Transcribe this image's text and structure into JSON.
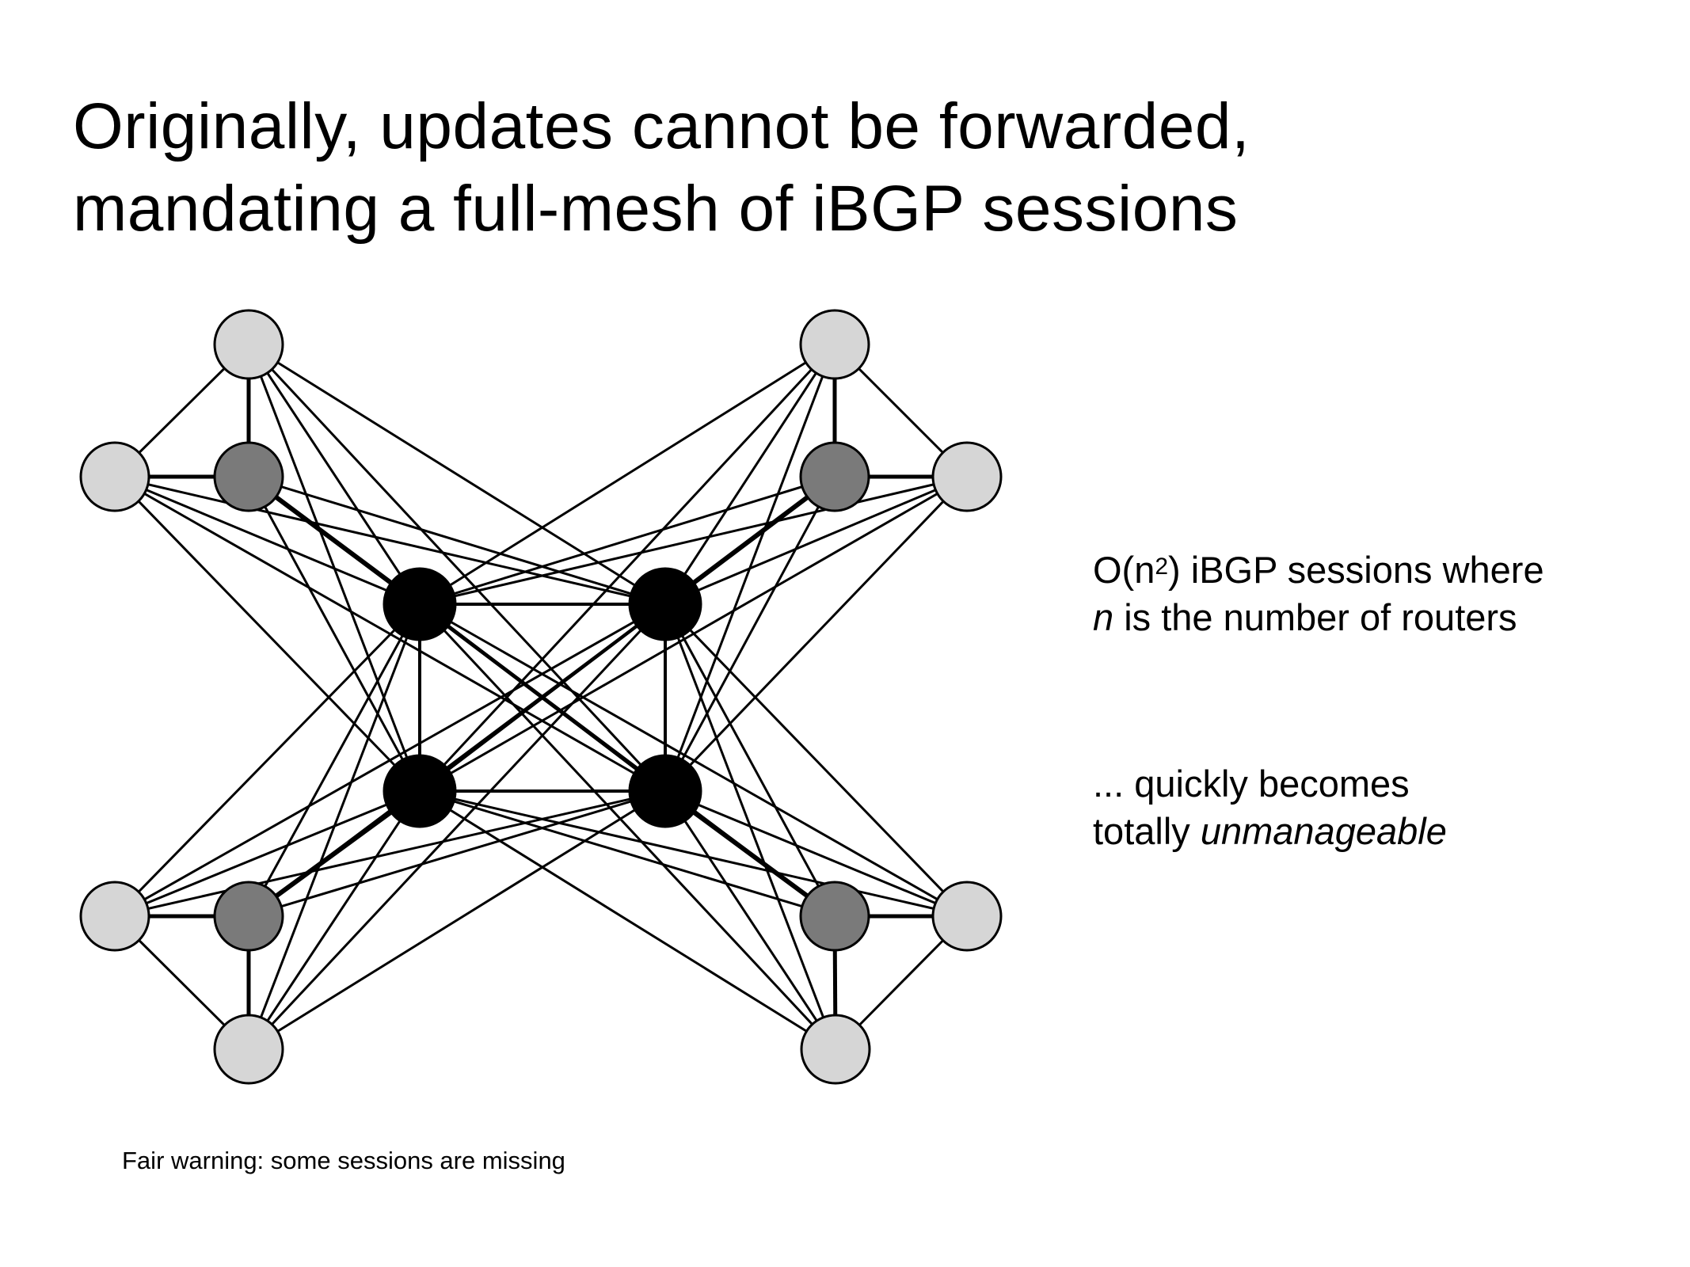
{
  "title": {
    "line1": "Originally, updates cannot be forwarded,",
    "line2": "mandating a full-mesh of iBGP sessions"
  },
  "notes": {
    "complexity_prefix": "O(n",
    "complexity_exp": "2",
    "complexity_suffix": ") iBGP sessions where",
    "n_var": "n",
    "n_desc": " is the number of routers",
    "quickly": "... quickly becomes",
    "totally": "totally ",
    "unmanageable": "unmanageable"
  },
  "footer": "Fair warning: some sessions are missing",
  "colors": {
    "light": "#d6d6d6",
    "dark": "#7a7a7a",
    "core": "#000000"
  }
}
